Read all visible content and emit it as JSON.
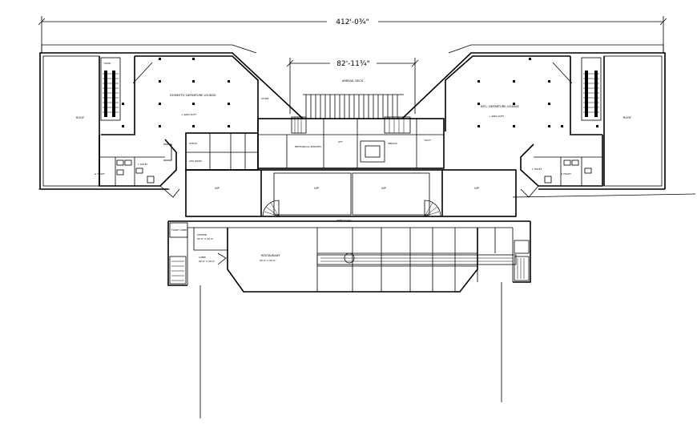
{
  "dimensions": {
    "overall": "412'-0¾\"",
    "center": "82'-11¾\""
  },
  "labels": {
    "arrival_deck": "ARRIVAL DECK",
    "left_lounge_1": "DOMESTIC DEPARTURE LOUNGE",
    "left_lounge_2": "+ AREA SQFT",
    "right_lounge_1": "INTL. DEPARTURE LOUNGE",
    "right_lounge_2": "+ AREA SQFT",
    "roof_left": "ROOF",
    "roof_right": "ROOF",
    "stair": "STAIR",
    "toilet_left": "& TOILET",
    "toilet_left_2": "L TOILET",
    "toilet_right": "& TOILET",
    "toilet_right_2": "L TOILET",
    "vip_1": "VIP",
    "vip_2": "VIP",
    "vip_3": "VIP",
    "vip_4": "VIP",
    "open_to_sky": "OPEN TO SKY",
    "restaurant": "RESTAURANT",
    "restaurant_area": "00'-0\" X 00'-0\"",
    "lobby": "LOBBY",
    "lobby_area": "00'-0\" X 00'-0\"",
    "kitchen": "KITCHEN",
    "kitchen_area": "00'-0\" X 00'-0\"",
    "toilet_lobby": "TOILET LOBBY",
    "office": "OFFICE",
    "ahu_room": "AHU ROOM",
    "mechanical_services": "MECHANICAL SERVICES",
    "service": "SERVICE",
    "store": "STORE",
    "lift": "LIFT",
    "duct": "DUCT"
  }
}
